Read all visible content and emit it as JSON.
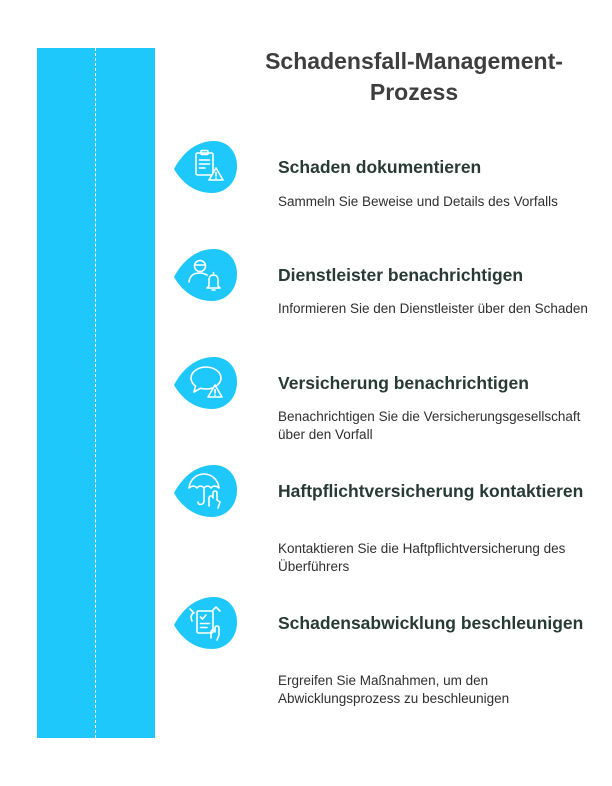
{
  "title": "Schadensfall-Management-Prozess",
  "colors": {
    "road": "#1ec8fb",
    "pin": "#1ec8fb",
    "title_text": "#3e3e3e",
    "step_title_text": "#283a35",
    "desc_text": "#2f2f2f"
  },
  "steps": [
    {
      "icon": "clipboard-warning-icon",
      "title": "Schaden dokumentieren",
      "description": "Sammeln Sie Beweise und Details des Vorfalls"
    },
    {
      "icon": "person-bell-icon",
      "title": "Dienstleister benachrichtigen",
      "description": "Informieren Sie den Dienstleister über den Schaden"
    },
    {
      "icon": "speech-bubble-warning-icon",
      "title": "Versicherung benachrichtigen",
      "description": "Benachrichtigen Sie die Versicherungsgesellschaft über den Vorfall"
    },
    {
      "icon": "umbrella-hand-icon",
      "title": "Haftpflichtversicherung kontaktieren",
      "description": "Kontaktieren Sie die Haftpflichtversicherung des Überführers"
    },
    {
      "icon": "checklist-hand-icon",
      "title": "Schadensabwicklung beschleunigen",
      "description": "Ergreifen Sie Maßnahmen, um den Abwicklungsprozess zu beschleunigen"
    }
  ]
}
